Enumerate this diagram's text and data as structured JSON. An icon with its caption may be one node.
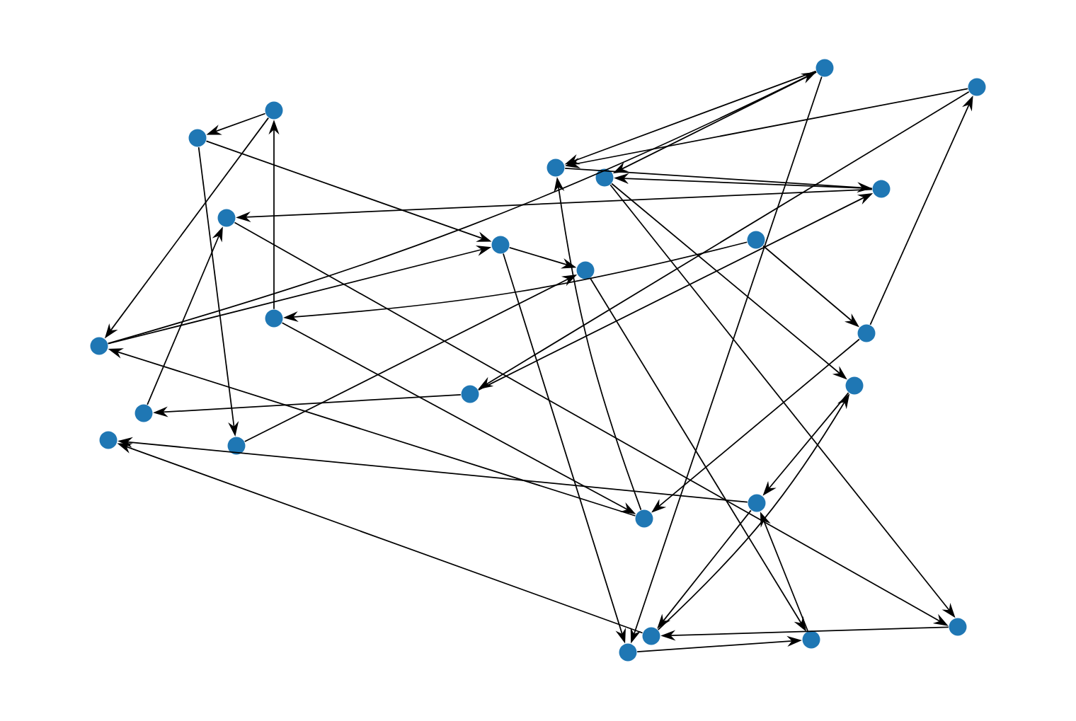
{
  "diagram": {
    "nodes": [
      {
        "text": [],
        "shape": "circle"
      },
      {
        "text": [],
        "shape": "circle"
      },
      {
        "text": [],
        "shape": "circle"
      },
      {
        "text": [],
        "shape": "circle"
      },
      {
        "text": [],
        "shape": "circle"
      },
      {
        "text": [],
        "shape": "circle"
      },
      {
        "text": [],
        "shape": "circle"
      },
      {
        "text": [],
        "shape": "circle"
      },
      {
        "text": [],
        "shape": "circle"
      },
      {
        "text": [],
        "shape": "circle"
      },
      {
        "text": [],
        "shape": "circle"
      },
      {
        "text": [],
        "shape": "circle"
      },
      {
        "text": [],
        "shape": "circle"
      },
      {
        "text": [],
        "shape": "circle"
      },
      {
        "text": [],
        "shape": "circle"
      },
      {
        "text": [],
        "shape": "circle"
      },
      {
        "text": [],
        "shape": "circle"
      },
      {
        "text": [],
        "shape": "circle"
      },
      {
        "text": [],
        "shape": "circle"
      },
      {
        "text": [],
        "shape": "circle"
      },
      {
        "text": [],
        "shape": "circle"
      },
      {
        "text": [],
        "shape": "circle"
      },
      {
        "text": [],
        "shape": "circle"
      },
      {
        "text": [],
        "shape": "circle"
      },
      {
        "text": [],
        "shape": "circle"
      }
    ],
    "edges": [
      {
        "from": 2,
        "to": 3,
        "arrow": "to"
      },
      {
        "from": 2,
        "to": 13,
        "arrow": "to"
      },
      {
        "from": 3,
        "to": 18,
        "arrow": "to"
      },
      {
        "from": 3,
        "to": 9,
        "arrow": "to"
      },
      {
        "from": 11,
        "to": 2,
        "arrow": "to"
      },
      {
        "from": 11,
        "to": 20,
        "arrow": "to"
      },
      {
        "from": 7,
        "to": 21,
        "arrow": "to"
      },
      {
        "from": 6,
        "to": 7,
        "arrow": "to"
      },
      {
        "from": 4,
        "to": 6,
        "arrow": "to"
      },
      {
        "from": 6,
        "to": 5,
        "arrow": "to"
      },
      {
        "from": 13,
        "to": 0,
        "arrow": "to"
      },
      {
        "from": 0,
        "to": 4,
        "arrow": "to"
      },
      {
        "from": 1,
        "to": 4,
        "arrow": "to"
      },
      {
        "from": 0,
        "to": 5,
        "arrow": "to"
      },
      {
        "from": 1,
        "to": 15,
        "arrow": "to"
      },
      {
        "from": 15,
        "to": 6,
        "arrow": "to"
      },
      {
        "from": 13,
        "to": 9,
        "arrow": "to"
      },
      {
        "from": 9,
        "to": 10,
        "arrow": "to"
      },
      {
        "from": 9,
        "to": 24,
        "arrow": "to"
      },
      {
        "from": 8,
        "to": 11,
        "arrow": "to"
      },
      {
        "from": 8,
        "to": 12,
        "arrow": "to"
      },
      {
        "from": 10,
        "to": 23,
        "arrow": "to"
      },
      {
        "from": 20,
        "to": 4,
        "arrow": "to"
      },
      {
        "from": 5,
        "to": 14,
        "arrow": "to"
      },
      {
        "from": 5,
        "to": 21,
        "arrow": "to"
      },
      {
        "from": 12,
        "to": 1,
        "arrow": "to"
      },
      {
        "from": 12,
        "to": 20,
        "arrow": "to"
      },
      {
        "from": 0,
        "to": 24,
        "arrow": "to"
      },
      {
        "from": 15,
        "to": 16,
        "arrow": "to"
      },
      {
        "from": 16,
        "to": 7,
        "arrow": "to"
      },
      {
        "from": 18,
        "to": 10,
        "arrow": "to"
      },
      {
        "from": 19,
        "to": 17,
        "arrow": "to"
      },
      {
        "from": 22,
        "to": 17,
        "arrow": "to"
      },
      {
        "from": 19,
        "to": 22,
        "arrow": "to"
      },
      {
        "from": 22,
        "to": 14,
        "arrow": "to"
      },
      {
        "from": 14,
        "to": 19,
        "arrow": "to"
      },
      {
        "from": 23,
        "to": 19,
        "arrow": "to"
      },
      {
        "from": 21,
        "to": 22,
        "arrow": "to"
      },
      {
        "from": 24,
        "to": 23,
        "arrow": "to"
      },
      {
        "from": 20,
        "to": 13,
        "arrow": "to"
      }
    ]
  }
}
